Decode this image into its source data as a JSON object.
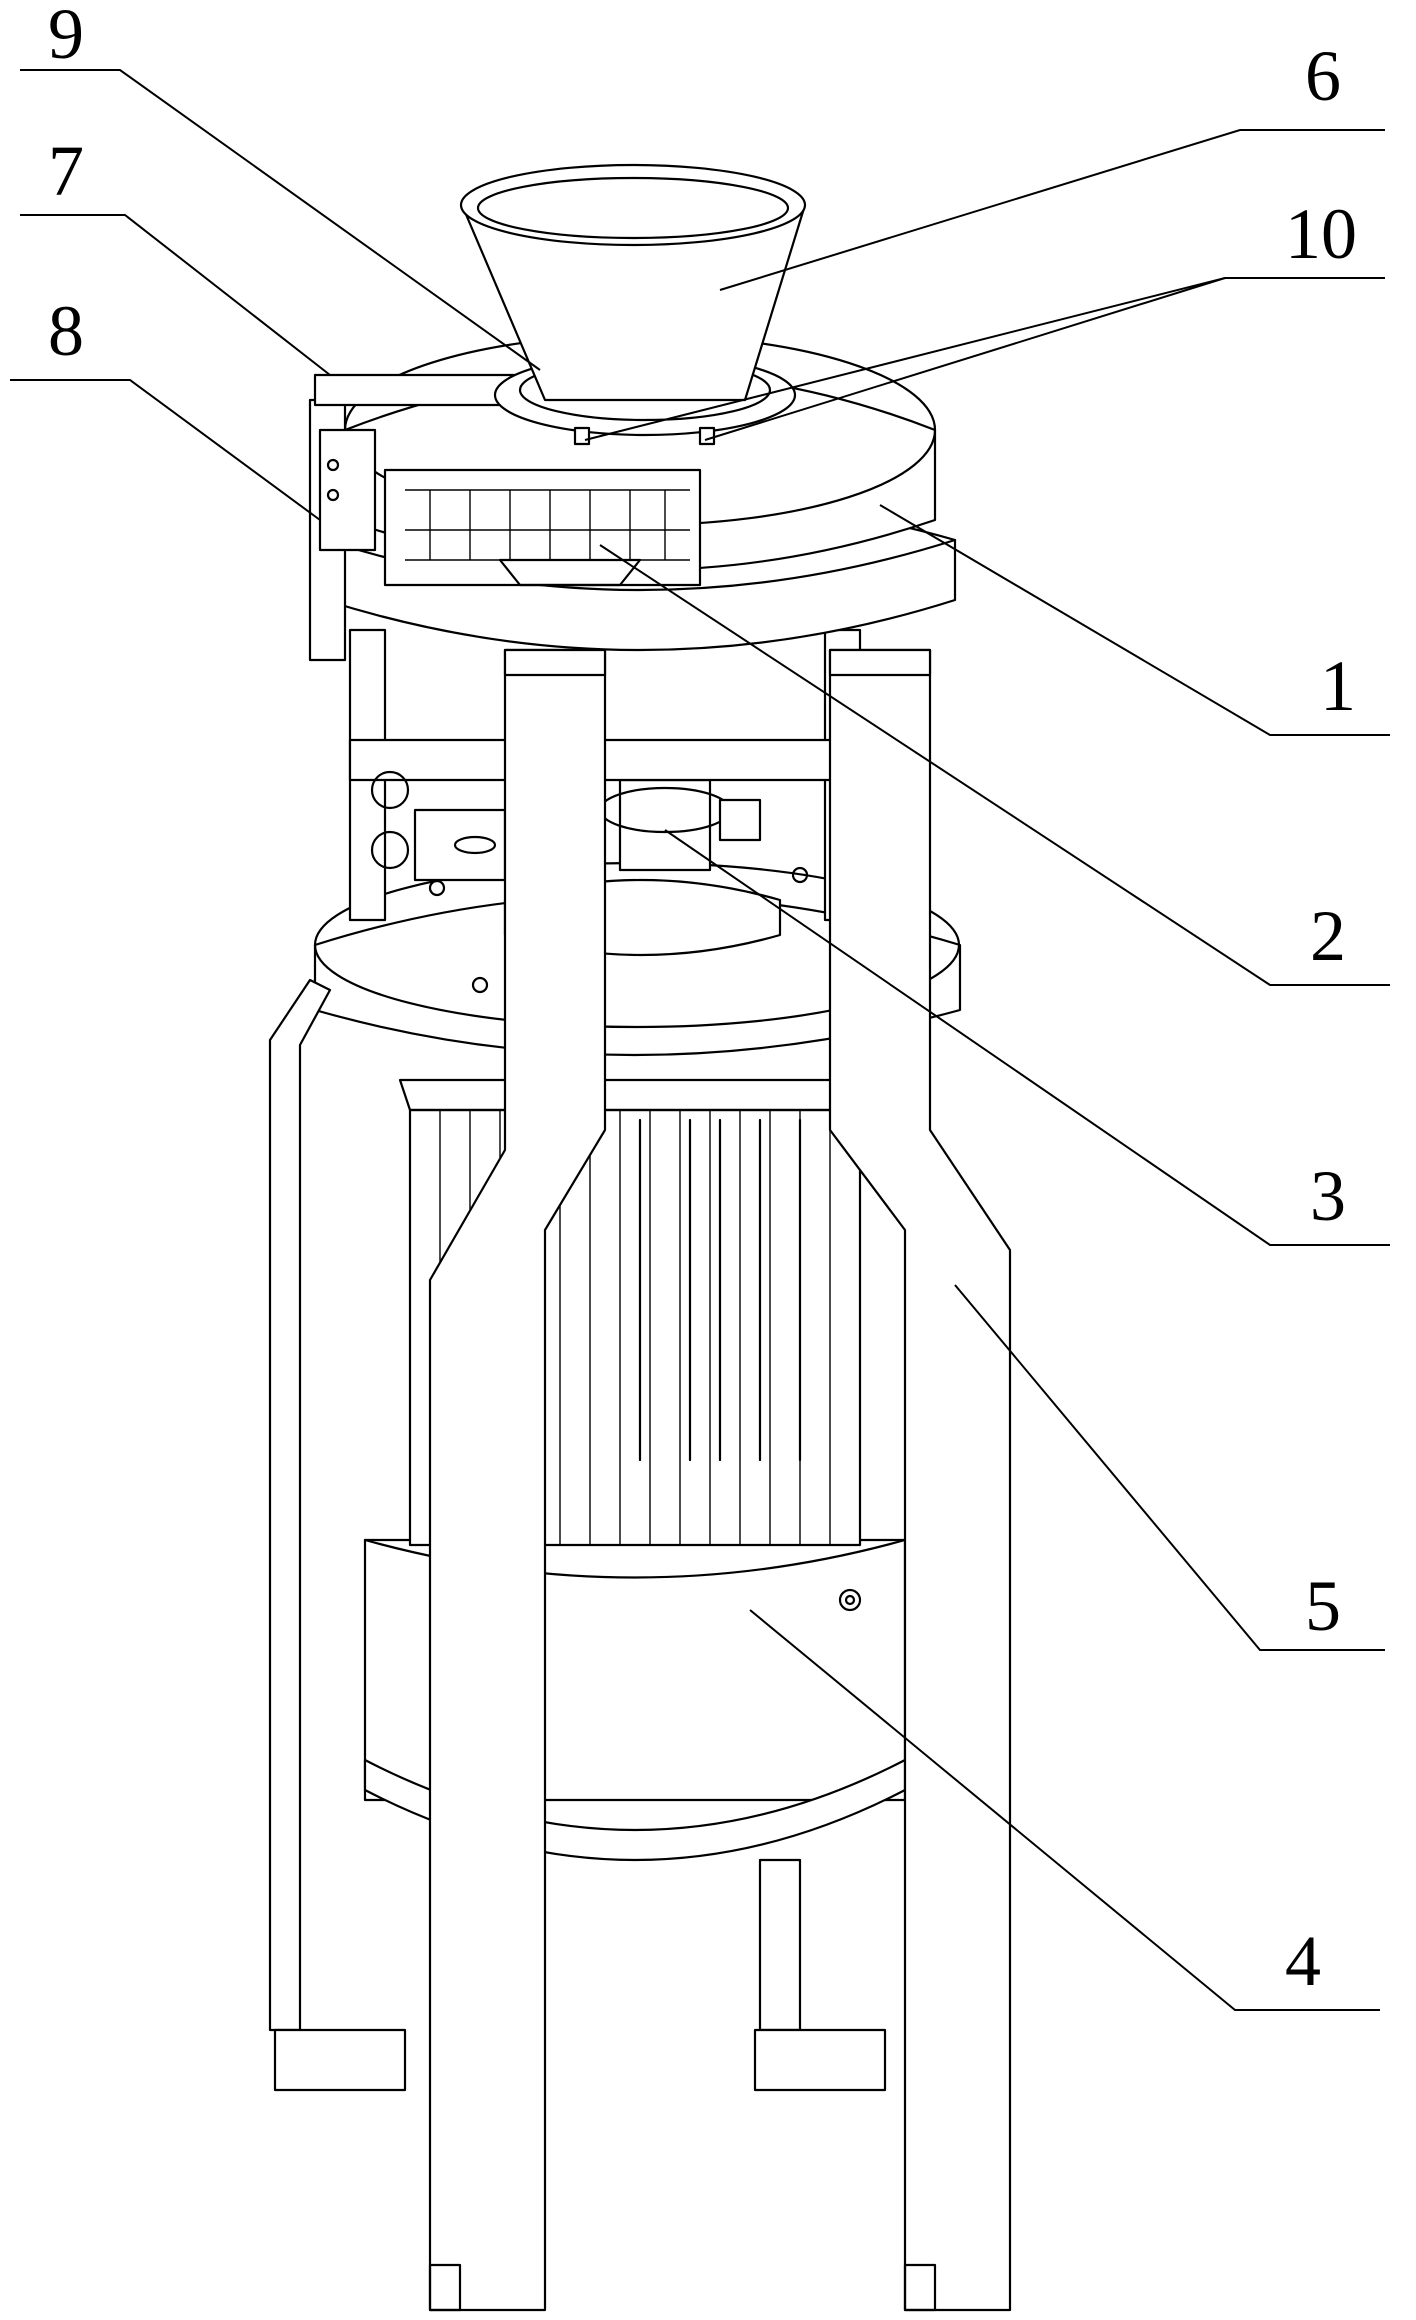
{
  "labels": [
    {
      "id": "9",
      "text": "9"
    },
    {
      "id": "7",
      "text": "7"
    },
    {
      "id": "8",
      "text": "8"
    },
    {
      "id": "6",
      "text": "6"
    },
    {
      "id": "10",
      "text": "10"
    },
    {
      "id": "1",
      "text": "1"
    },
    {
      "id": "2",
      "text": "2"
    },
    {
      "id": "3",
      "text": "3"
    },
    {
      "id": "5",
      "text": "5"
    },
    {
      "id": "4",
      "text": "4"
    }
  ]
}
